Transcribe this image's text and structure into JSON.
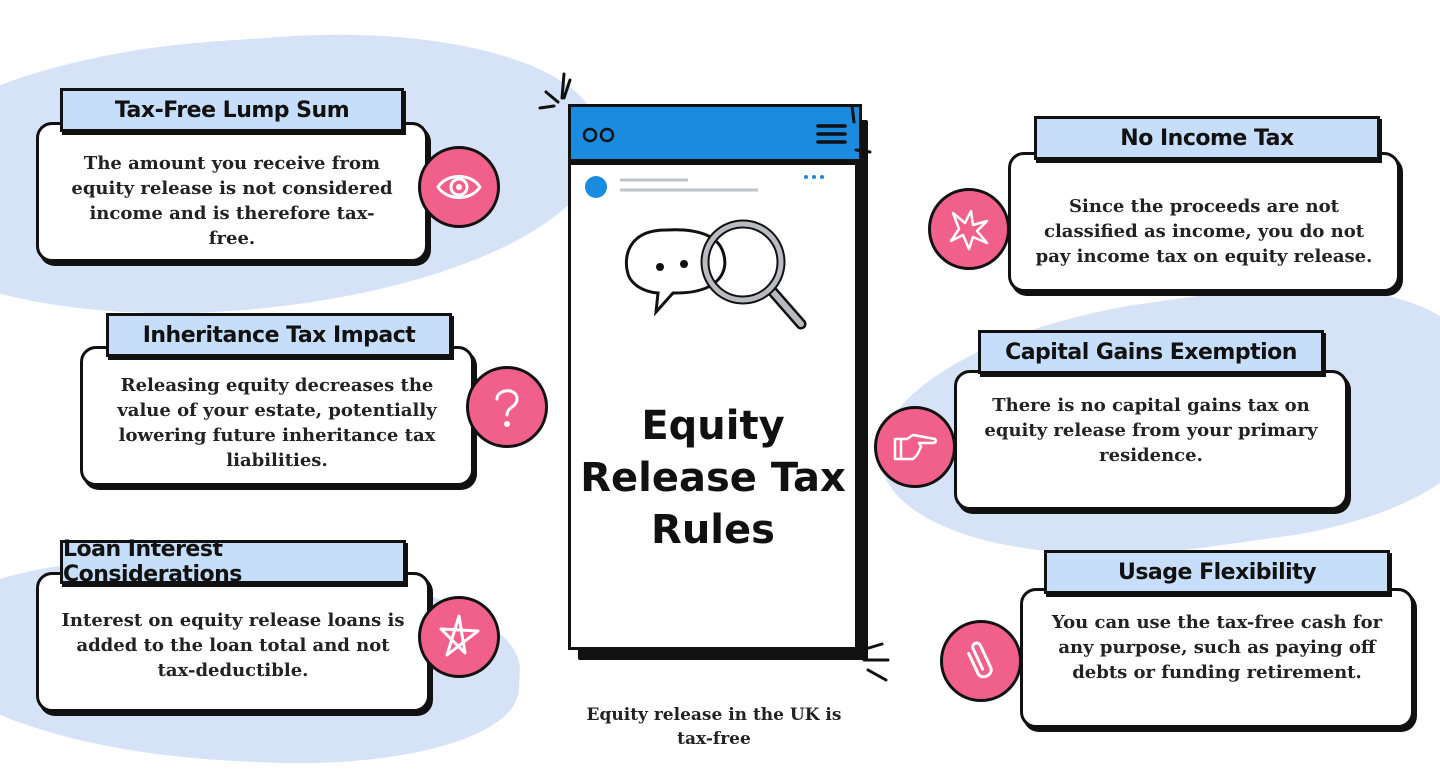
{
  "title": "Equity Release Tax Rules",
  "caption": "Equity release in the UK is tax-free",
  "cards": [
    {
      "label": "Tax-Free Lump Sum",
      "text": "The amount you receive from equity release is not considered income and is therefore tax-free.",
      "icon": "eye-icon"
    },
    {
      "label": "Inheritance Tax Impact",
      "text": "Releasing equity decreases the value of your estate, potentially lowering future inheritance tax liabilities.",
      "icon": "question-mark-icon"
    },
    {
      "label": "Loan Interest Considerations",
      "text": "Interest on equity release loans is added to the loan total and not tax-deductible.",
      "icon": "star-icon"
    },
    {
      "label": "No Income Tax",
      "text": "Since the proceeds are not classified as income, you do not pay income tax on equity release.",
      "icon": "burst-icon"
    },
    {
      "label": "Capital Gains Exemption",
      "text": "There is no capital gains tax on equity release from your primary residence.",
      "icon": "pointing-hand-icon"
    },
    {
      "label": "Usage Flexibility",
      "text": "You can use the tax-free cash for any purpose, such as paying off debts or funding retirement.",
      "icon": "paperclip-icon"
    }
  ],
  "colors": {
    "accent": "#f0608a",
    "label_bg": "#c6defa",
    "blob": "#d6e3f7",
    "phone_bar": "#1b8be0"
  }
}
